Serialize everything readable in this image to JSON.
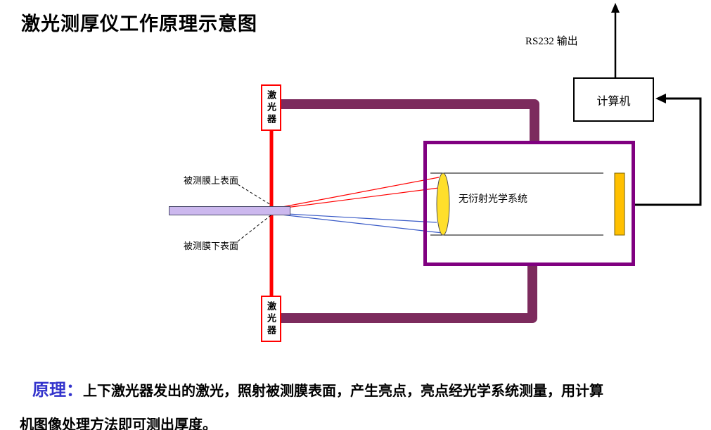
{
  "title": "激光测厚仪工作原理示意图",
  "rs232_label": "RS232 输出",
  "computer": {
    "label": "计算机"
  },
  "laser_top": {
    "label": "激光器"
  },
  "laser_bottom": {
    "label": "激光器"
  },
  "optical_system": {
    "label": "无衍射光学系统"
  },
  "film": {
    "upper_label": "被测膜上表面",
    "lower_label": "被测膜下表面"
  },
  "principle": {
    "lead": "原理：",
    "body": "上下激光器发出的激光，照射被测膜表面，产生亮点，亮点经光学系统测量，用计算机图像处理方法即可测出厚度。"
  },
  "colors": {
    "laser_red": "#ff0000",
    "detector_purple": "#800080",
    "arm_plum": "#7c2b5d",
    "film_lavender": "#ccb8ee",
    "lens_yellow": "#ffdf2b",
    "sensor_gold": "#ffc000",
    "ray_red": "#ff0000",
    "ray_blue": "#3a5bc7",
    "principle_blue": "#3333cc"
  }
}
